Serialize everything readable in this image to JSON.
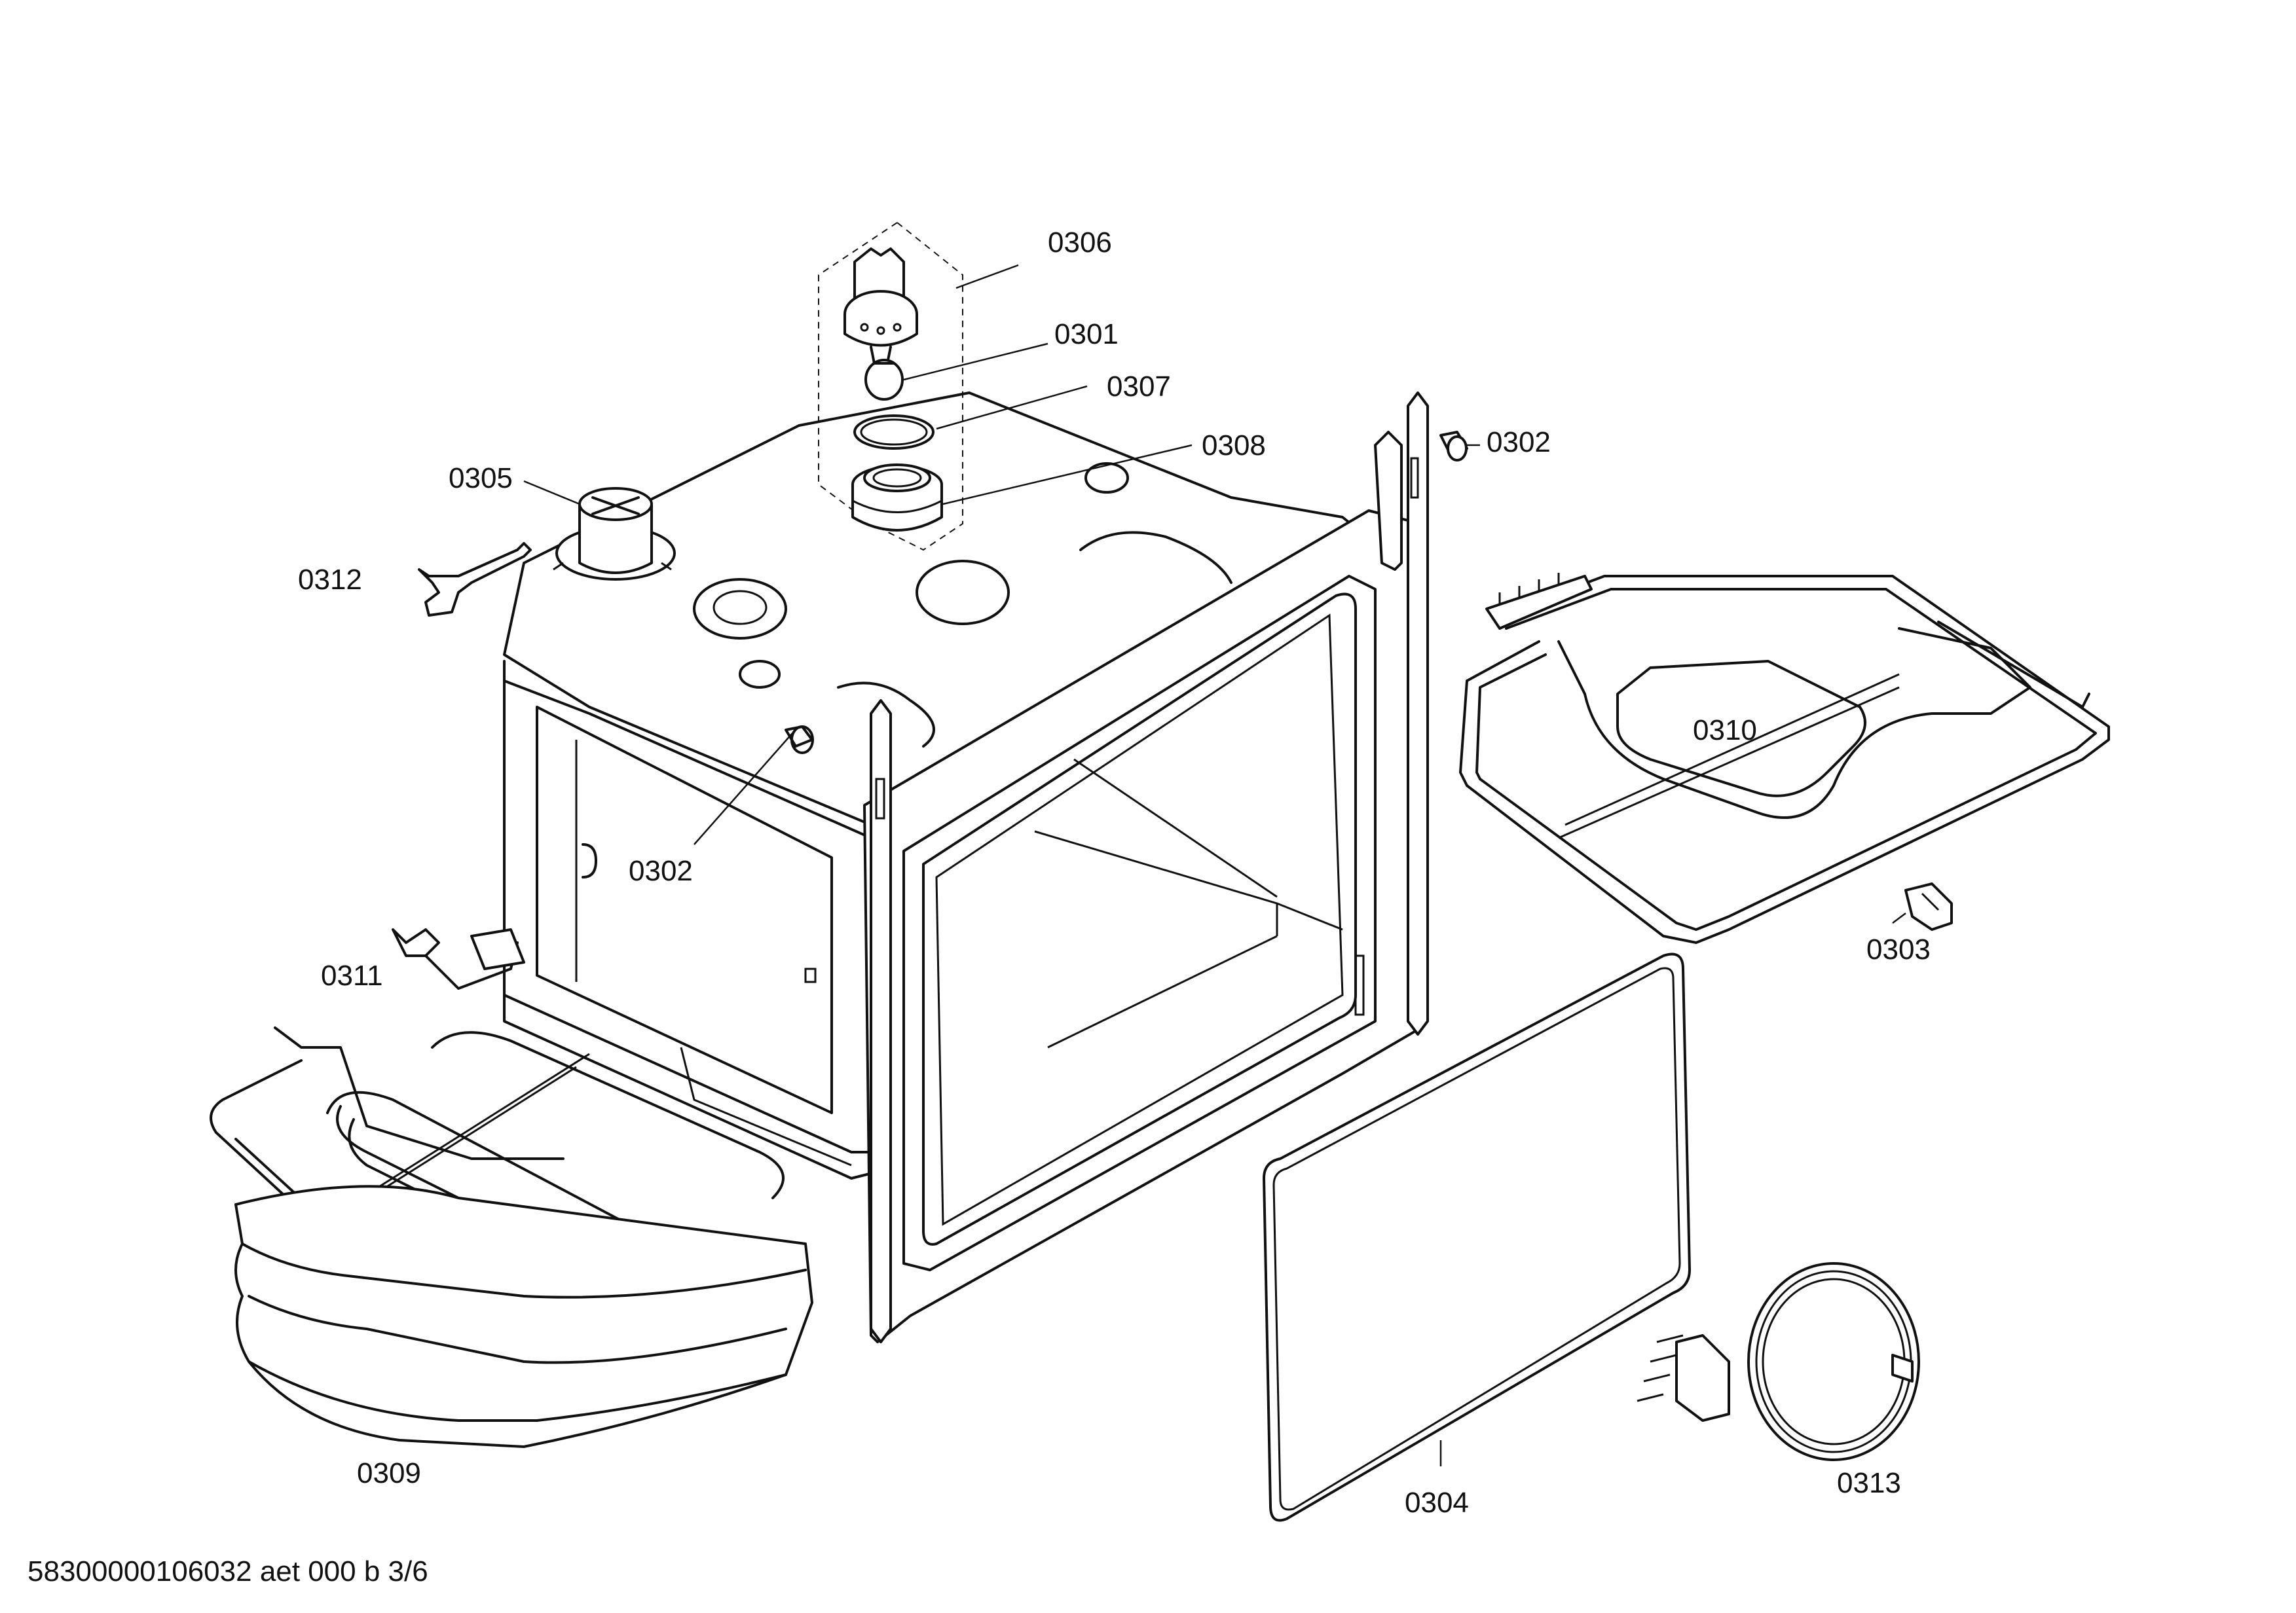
{
  "diagram": {
    "callouts": {
      "c0306": "0306",
      "c0301": "0301",
      "c0307": "0307",
      "c0308": "0308",
      "c0305": "0305",
      "c0302a": "0302",
      "c0302b": "0302",
      "c0312": "0312",
      "c0310": "0310",
      "c0303": "0303",
      "c0311": "0311",
      "c0309": "0309",
      "c0304": "0304",
      "c0313": "0313"
    },
    "footer": "58300000106032 aet 000 b 3/6"
  }
}
